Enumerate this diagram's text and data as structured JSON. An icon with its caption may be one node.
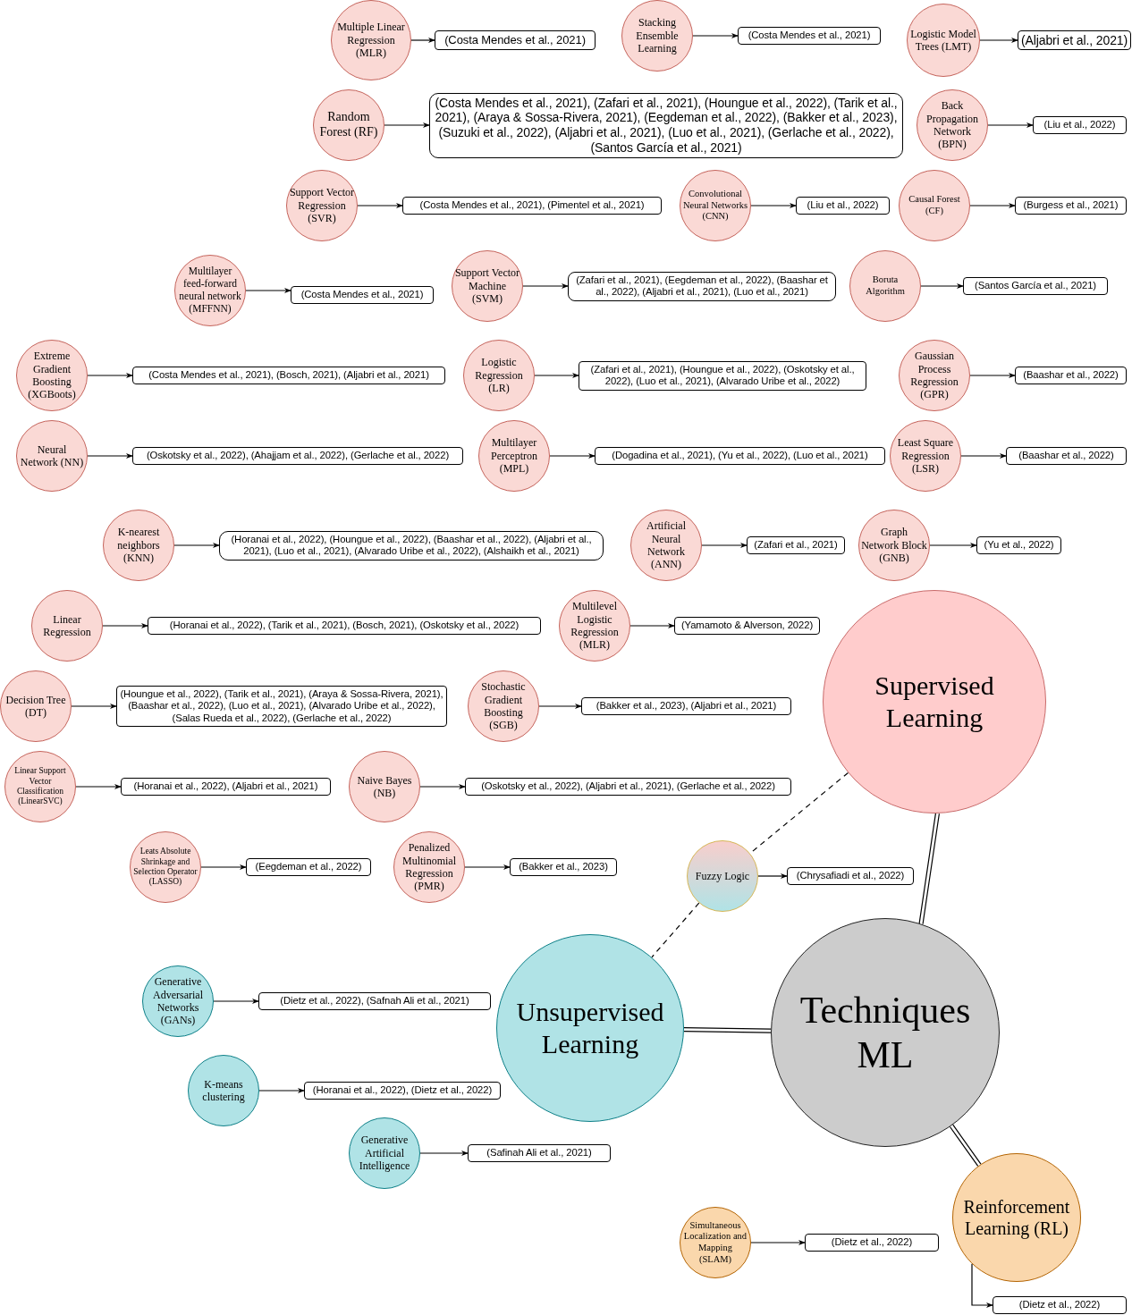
{
  "diagram": {
    "nodes": [
      {
        "text": [
          "Multiple Linear Regression (MLR)"
        ]
      },
      {
        "text": [
          "(Costa Mendes et al., 2021)"
        ]
      },
      {
        "text": [
          "Stacking Ensemble Learning"
        ]
      },
      {
        "text": [
          "(Costa Mendes et al., 2021)"
        ]
      },
      {
        "text": [
          "Logistic Model Trees (LMT)"
        ]
      },
      {
        "text": [
          "(Aljabri et al., 2021)"
        ]
      },
      {
        "text": [
          "Random Forest (RF)"
        ]
      },
      {
        "text": [
          "(Costa Mendes et al., 2021), (Zafari et al., 2021), (Houngue et al., 2022), (Tarik et al., 2021), (Araya & Sossa-Rivera, 2021), (Eegdeman et al., 2022), (Bakker et al., 2023), (Suzuki et al., 2022), (Aljabri et al., 2021), (Luo et al., 2021), (Gerlache et al., 2022), (Santos García et al., 2021)"
        ]
      },
      {
        "text": [
          "Back Propagation Network (BPN)"
        ]
      },
      {
        "text": [
          "(Liu et al., 2022)"
        ]
      },
      {
        "text": [
          "Support Vector Regression (SVR)"
        ]
      },
      {
        "text": [
          "(Costa Mendes et al., 2021), (Pimentel et al., 2021)"
        ]
      },
      {
        "text": [
          "Convolutional Neural Networks (CNN)"
        ]
      },
      {
        "text": [
          "(Liu et al., 2022)"
        ]
      },
      {
        "text": [
          "Causal Forest (CF)"
        ]
      },
      {
        "text": [
          "(Burgess et al., 2021)"
        ]
      },
      {
        "text": [
          "Multilayer feed-forward neural network (MFFNN)"
        ]
      },
      {
        "text": [
          "(Costa Mendes et al., 2021)"
        ]
      },
      {
        "text": [
          "Support Vector Machine (SVM)"
        ]
      },
      {
        "text": [
          "(Zafari et al., 2021), (Eegdeman et al., 2022), (Baashar et al., 2022), (Aljabri et al., 2021), (Luo et al., 2021)"
        ]
      },
      {
        "text": [
          "Boruta Algorithm"
        ]
      },
      {
        "text": [
          "(Santos García et al., 2021)"
        ]
      },
      {
        "text": [
          "Extreme Gradient Boosting (XGBoots)"
        ]
      },
      {
        "text": [
          "(Costa Mendes et al., 2021), (Bosch, 2021), (Aljabri et al., 2021)"
        ]
      },
      {
        "text": [
          "Logistic Regression (LR)"
        ]
      },
      {
        "text": [
          "(Zafari et al., 2021), (Houngue et al., 2022), (Oskotsky et al., 2022), (Luo et al., 2021), (Alvarado Uribe et al., 2022)"
        ]
      },
      {
        "text": [
          "Gaussian Process Regression (GPR)"
        ]
      },
      {
        "text": [
          "(Baashar et al., 2022)"
        ]
      },
      {
        "text": [
          "Neural Network (NN)"
        ]
      },
      {
        "text": [
          "(Oskotsky et al., 2022), (Ahajjam et al., 2022), (Gerlache et al., 2022)"
        ]
      },
      {
        "text": [
          "Multilayer Perceptron (MPL)"
        ]
      },
      {
        "text": [
          "(Dogadina et al., 2021), (Yu et al., 2022), (Luo et al., 2021)"
        ]
      },
      {
        "text": [
          "Least Square Regression (LSR)"
        ]
      },
      {
        "text": [
          "(Baashar et al., 2022)"
        ]
      },
      {
        "text": [
          "K-nearest neighbors (KNN)"
        ]
      },
      {
        "text": [
          "(Horanai et al., 2022), (Houngue et al., 2022), (Baashar et al., 2022), (Aljabri et al., 2021), (Luo et al., 2021), (Alvarado Uribe et al., 2022), (Alshaikh et al., 2021)"
        ]
      },
      {
        "text": [
          "Artificial Neural Network (ANN)"
        ]
      },
      {
        "text": [
          "(Zafari et al., 2021)"
        ]
      },
      {
        "text": [
          "Graph Network Block (GNB)"
        ]
      },
      {
        "text": [
          "(Yu et al., 2022)"
        ]
      },
      {
        "text": [
          "Linear Regression"
        ]
      },
      {
        "text": [
          "(Horanai et al., 2022), (Tarik et al., 2021), (Bosch, 2021), (Oskotsky et al., 2022)"
        ]
      },
      {
        "text": [
          "Multilevel Logistic Regression (MLR)"
        ]
      },
      {
        "text": [
          "(Yamamoto & Alverson, 2022)"
        ]
      },
      {
        "text": [
          "Supervised Learning"
        ]
      },
      {
        "text": [
          "Decision Tree (DT)"
        ]
      },
      {
        "text": [
          "(Houngue et al., 2022), (Tarik et al., 2021), (Araya & Sossa-Rivera, 2021), (Baashar et al., 2022), (Luo et al., 2021), (Alvarado Uribe et al., 2022), (Salas Rueda et al., 2022), (Gerlache et al., 2022)"
        ]
      },
      {
        "text": [
          "Stochastic Gradient Boosting (SGB)"
        ]
      },
      {
        "text": [
          "(Bakker et al., 2023), (Aljabri et al., 2021)"
        ]
      },
      {
        "text": [
          "Linear Support Vector Classification (LinearSVC)"
        ]
      },
      {
        "text": [
          "(Horanai et al., 2022), (Aljabri et al., 2021)"
        ]
      },
      {
        "text": [
          "Naive Bayes (NB)"
        ]
      },
      {
        "text": [
          "(Oskotsky et al., 2022), (Aljabri et al., 2021), (Gerlache et al., 2022)"
        ]
      },
      {
        "text": [
          "Leats Absolute Shrinkage and Selection Operator (LASSO)"
        ]
      },
      {
        "text": [
          "(Eegdeman et al., 2022)"
        ]
      },
      {
        "text": [
          "Penalized Multinomial Regression (PMR)"
        ]
      },
      {
        "text": [
          "(Bakker et al., 2023)"
        ]
      },
      {
        "text": [
          "Fuzzy Logic"
        ]
      },
      {
        "text": [
          "(Chrysafiadi et al., 2022)"
        ]
      },
      {
        "text": [
          "Unsupervised Learning"
        ]
      },
      {
        "text": [
          "Techniques ML"
        ]
      },
      {
        "text": [
          "Generative Adversarial Networks (GANs)"
        ]
      },
      {
        "text": [
          "(Dietz et al., 2022), (Safnah Ali et al., 2021)"
        ]
      },
      {
        "text": [
          "K-means clustering"
        ]
      },
      {
        "text": [
          "(Horanai et al., 2022), (Dietz et al., 2022)"
        ]
      },
      {
        "text": [
          "Generative Artificial Intelligence"
        ]
      },
      {
        "text": [
          "(Safinah Ali et al., 2021)"
        ]
      },
      {
        "text": [
          "Simultaneous Localization and Mapping (SLAM)"
        ]
      },
      {
        "text": [
          "(Dietz et al., 2022)"
        ]
      },
      {
        "text": [
          "Reinforcement Learning (RL)"
        ]
      },
      {
        "text": [
          "(Dietz et al., 2022)"
        ]
      }
    ],
    "edges": [
      {
        "from": 0,
        "to": 1,
        "arrow": "to"
      },
      {
        "from": 2,
        "to": 3,
        "arrow": "to"
      },
      {
        "from": 4,
        "to": 5,
        "arrow": "to"
      },
      {
        "from": 6,
        "to": 7,
        "arrow": "to"
      },
      {
        "from": 8,
        "to": 9,
        "arrow": "to"
      },
      {
        "from": 10,
        "to": 11,
        "arrow": "to"
      },
      {
        "from": 12,
        "to": 13,
        "arrow": "to"
      },
      {
        "from": 14,
        "to": 15,
        "arrow": "to"
      },
      {
        "from": 16,
        "to": 17,
        "arrow": "to"
      },
      {
        "from": 18,
        "to": 19,
        "arrow": "to"
      },
      {
        "from": 20,
        "to": 21,
        "arrow": "to"
      },
      {
        "from": 22,
        "to": 23,
        "arrow": "to"
      },
      {
        "from": 24,
        "to": 25,
        "arrow": "to"
      },
      {
        "from": 26,
        "to": 27,
        "arrow": "to"
      },
      {
        "from": 28,
        "to": 29,
        "arrow": "to"
      },
      {
        "from": 30,
        "to": 31,
        "arrow": "to"
      },
      {
        "from": 32,
        "to": 33,
        "arrow": "to"
      },
      {
        "from": 34,
        "to": 35,
        "arrow": "to"
      },
      {
        "from": 36,
        "to": 37,
        "arrow": "to"
      },
      {
        "from": 38,
        "to": 39,
        "arrow": "to"
      },
      {
        "from": 40,
        "to": 41,
        "arrow": "to"
      },
      {
        "from": 42,
        "to": 43,
        "arrow": "to"
      },
      {
        "from": 45,
        "to": 46,
        "arrow": "to"
      },
      {
        "from": 47,
        "to": 48,
        "arrow": "to"
      },
      {
        "from": 49,
        "to": 50,
        "arrow": "to"
      },
      {
        "from": 51,
        "to": 52,
        "arrow": "to"
      },
      {
        "from": 53,
        "to": 54,
        "arrow": "to"
      },
      {
        "from": 55,
        "to": 56,
        "arrow": "to"
      },
      {
        "from": 57,
        "to": 58,
        "arrow": "to"
      },
      {
        "from": 61,
        "to": 62,
        "arrow": "to"
      },
      {
        "from": 63,
        "to": 64,
        "arrow": "to"
      },
      {
        "from": 65,
        "to": 66,
        "arrow": "to"
      },
      {
        "from": 67,
        "to": 68,
        "arrow": "to"
      },
      {
        "from": 69,
        "to": 70,
        "arrow": "to"
      },
      {
        "from": 60,
        "to": 44,
        "arrow": "none"
      },
      {
        "from": 60,
        "to": 59,
        "arrow": "none"
      },
      {
        "from": 60,
        "to": 69,
        "arrow": "none"
      },
      {
        "from": 44,
        "to": 57,
        "arrow": "none",
        "style": "dashed"
      },
      {
        "from": 57,
        "to": 59,
        "arrow": "none",
        "style": "dashed"
      }
    ]
  }
}
